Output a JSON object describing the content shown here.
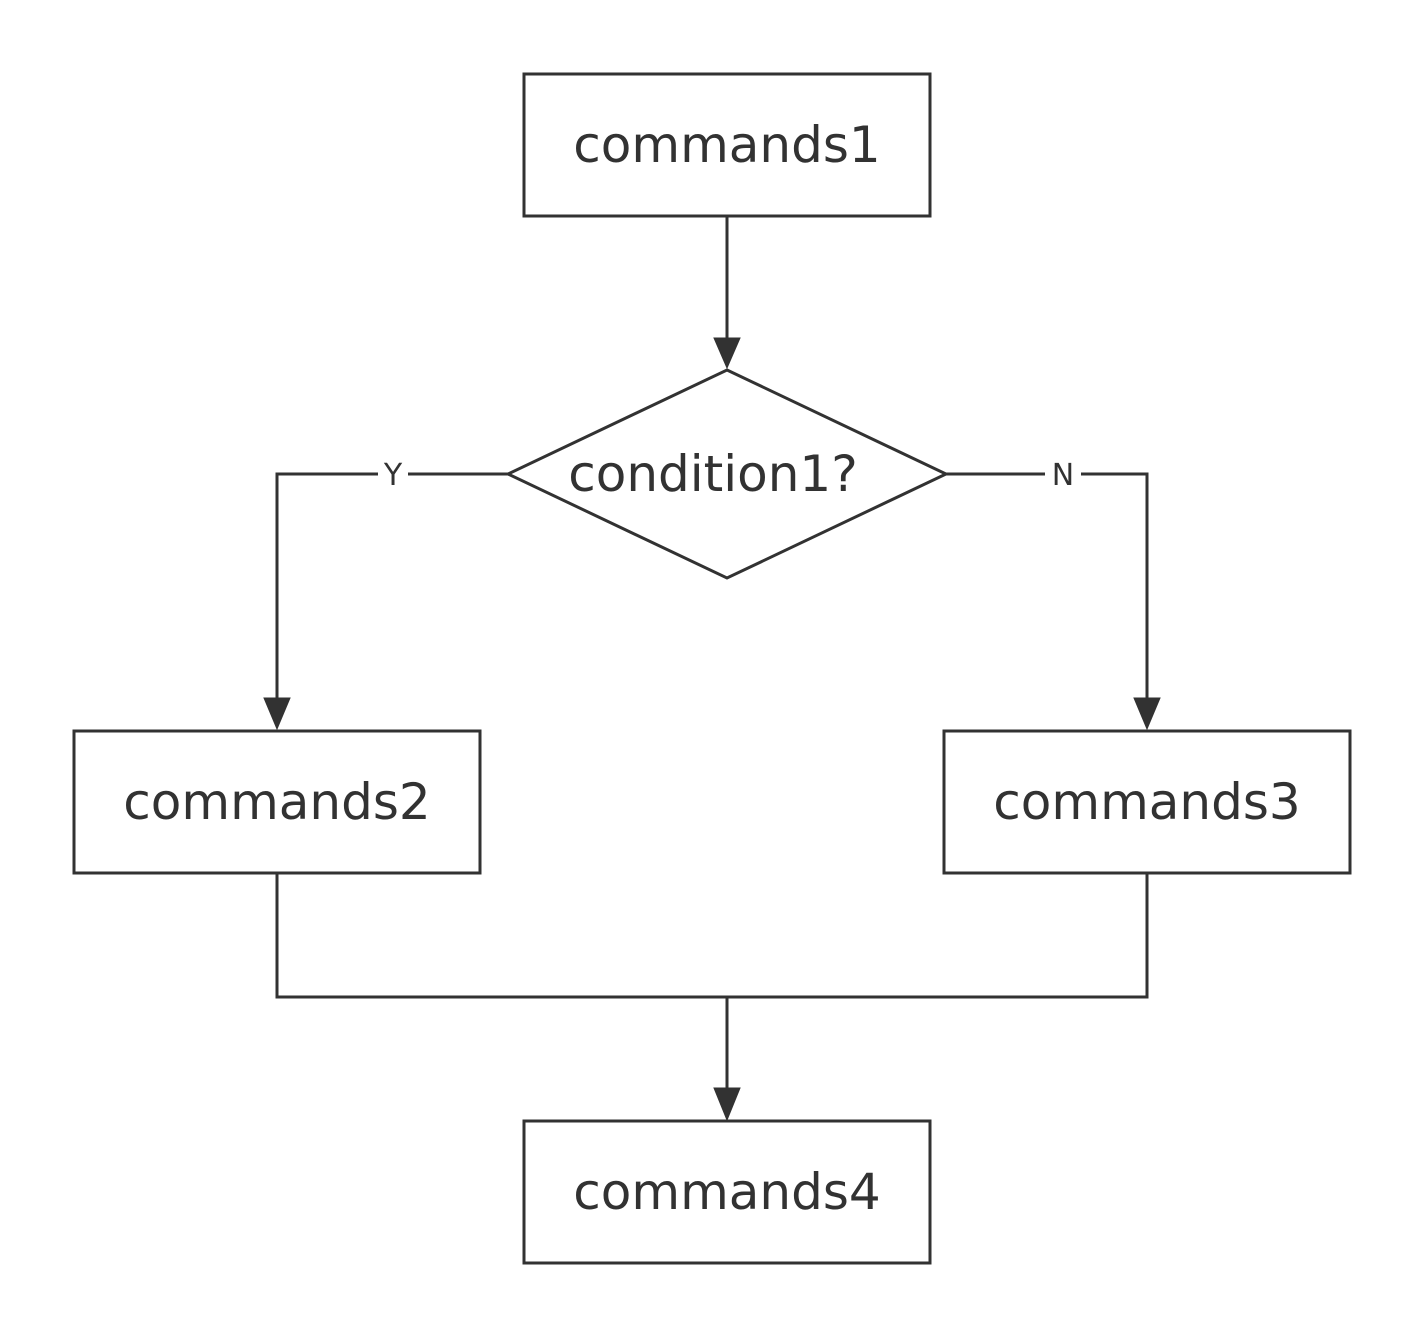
{
  "diagram": {
    "type": "flowchart",
    "nodes": {
      "commands1": "commands1",
      "condition1": "condition1?",
      "commands2": "commands2",
      "commands3": "commands3",
      "commands4": "commands4"
    },
    "edges": {
      "yes_label": "Y",
      "no_label": "N"
    },
    "colors": {
      "stroke": "#323232",
      "text": "#323232",
      "background": "#ffffff"
    }
  }
}
